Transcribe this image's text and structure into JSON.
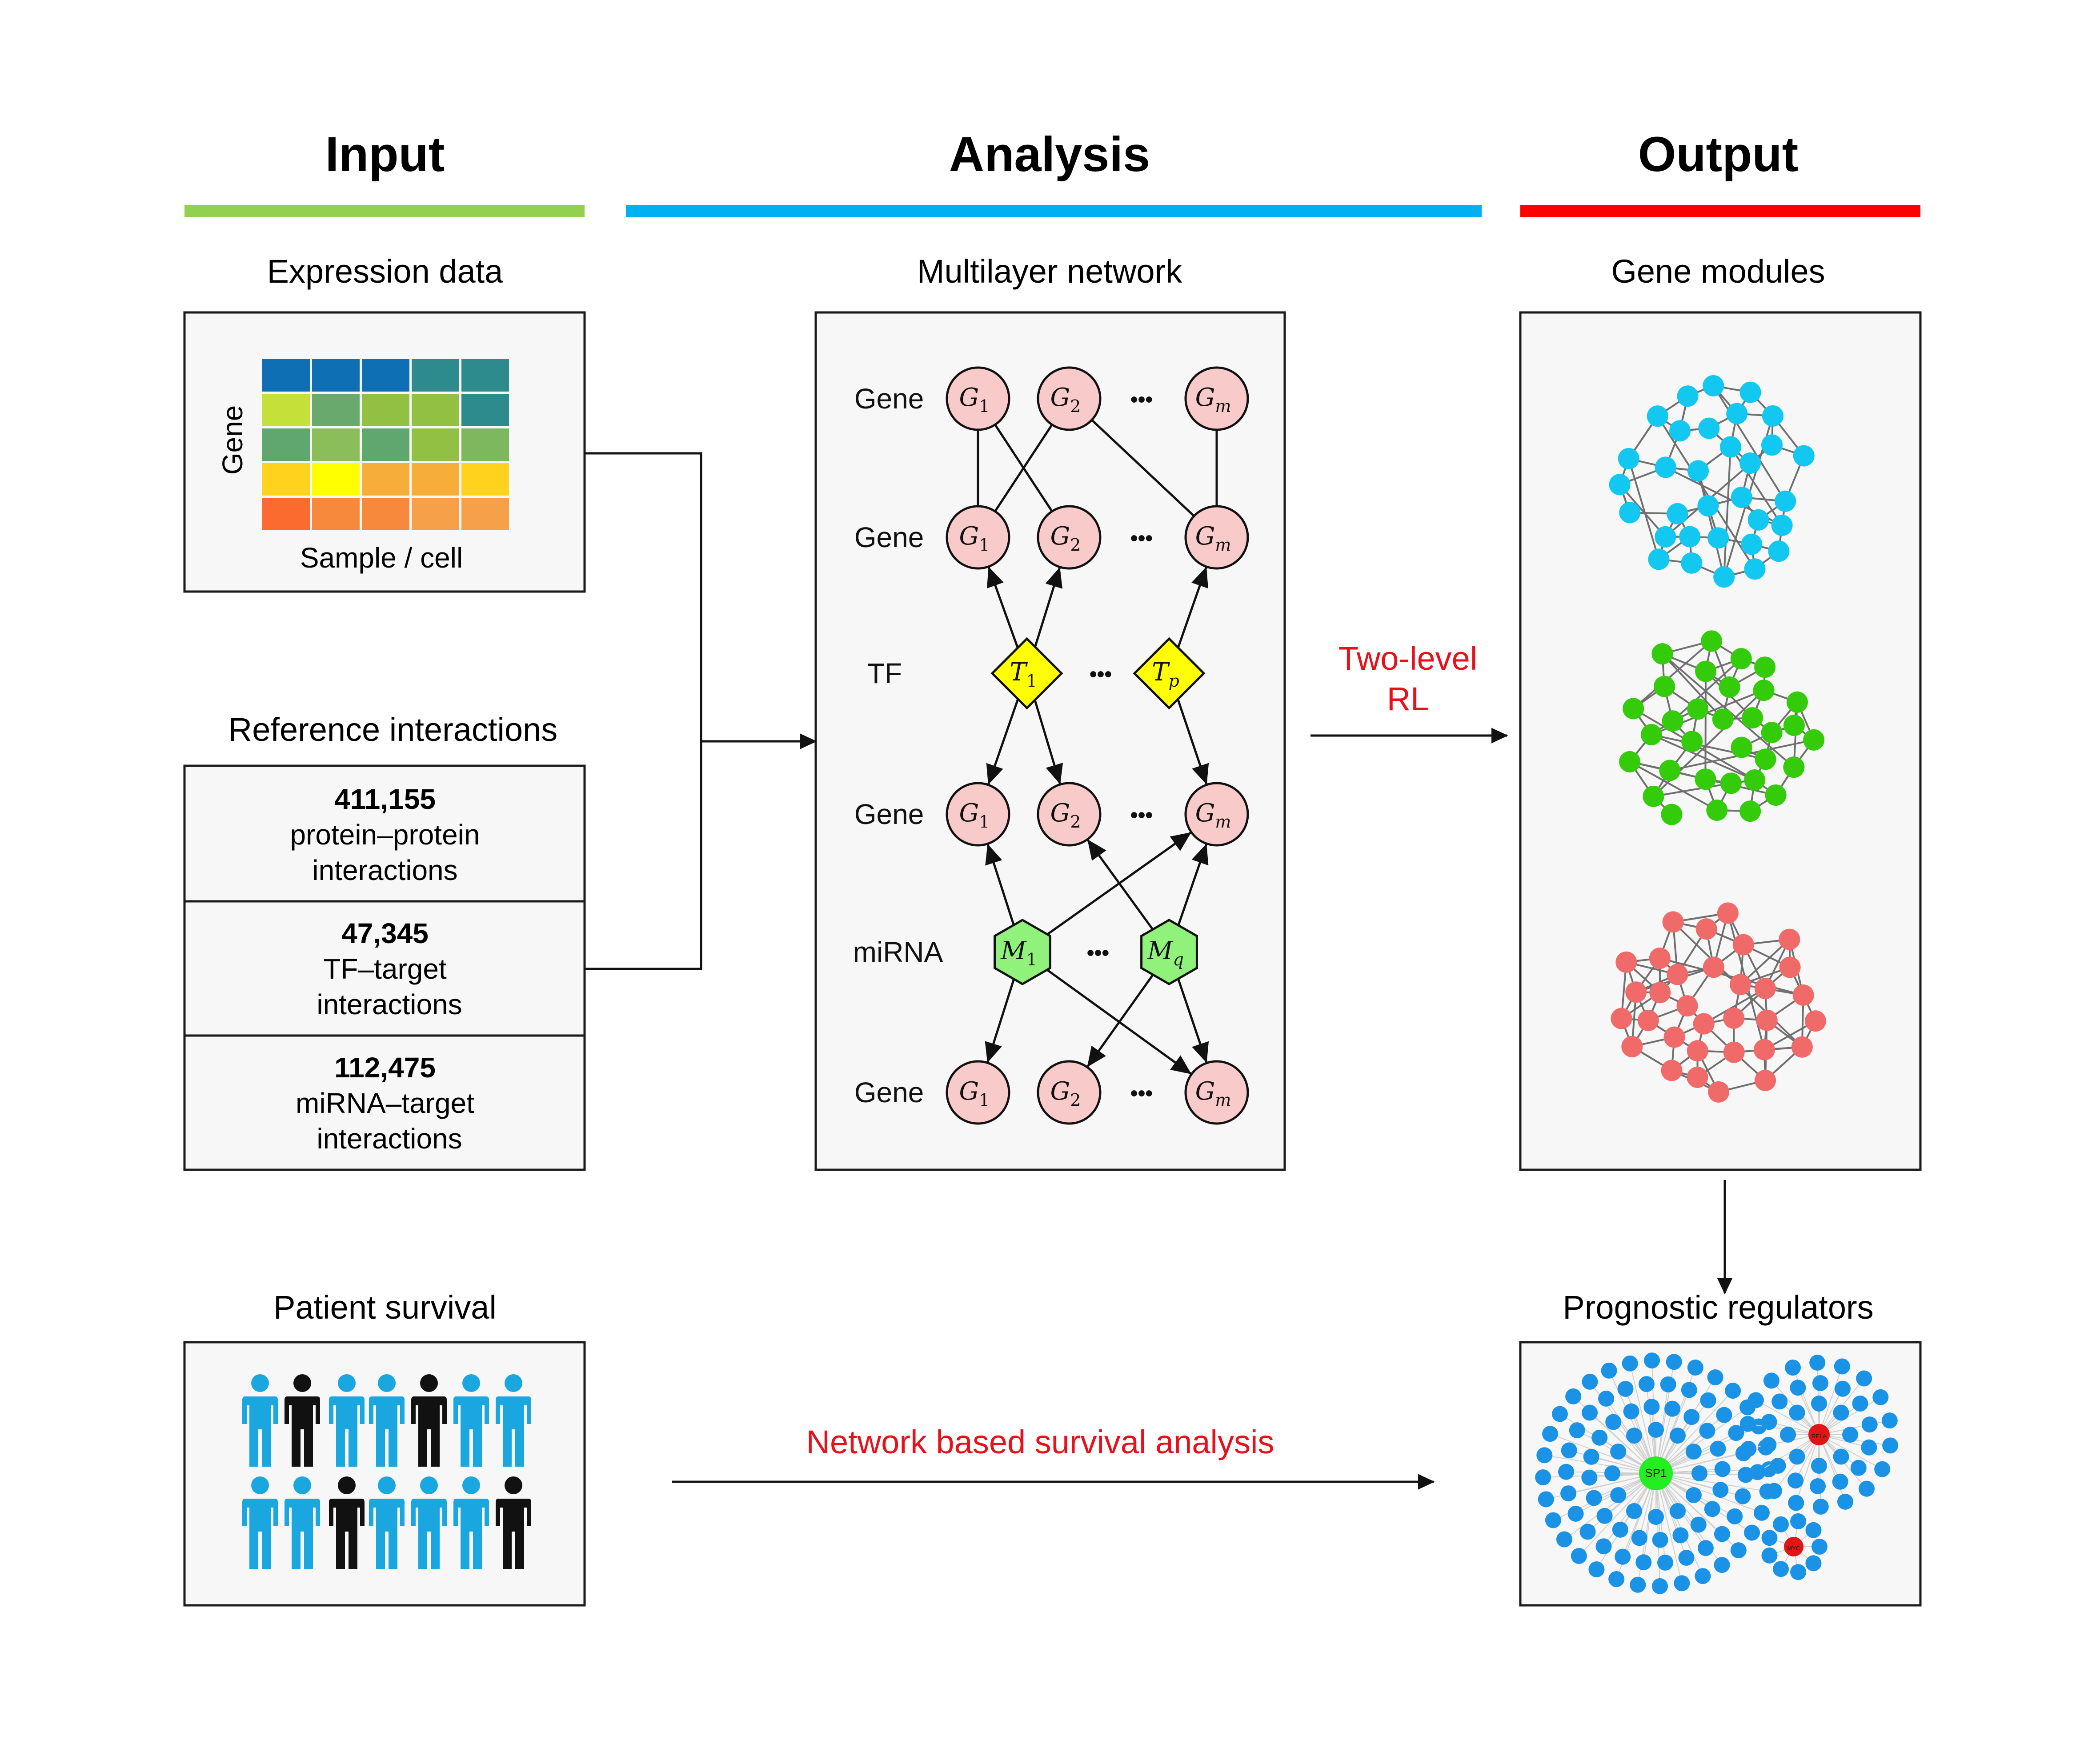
{
  "headers": {
    "input": "Input",
    "analysis": "Analysis",
    "output": "Output"
  },
  "colors": {
    "input": "#92d050",
    "analysis": "#00b0f0",
    "output": "#ff0000",
    "flow_label": "#e8101a"
  },
  "input": {
    "expression": {
      "title": "Expression data",
      "y_label": "Gene",
      "x_label": "Sample / cell",
      "heatmap": [
        [
          "#0f6fb4",
          "#0f6fb4",
          "#0f6fb4",
          "#2e8b8d",
          "#2e8b8d"
        ],
        [
          "#c6e03a",
          "#6aa96e",
          "#92c043",
          "#92c043",
          "#2e8b8d"
        ],
        [
          "#5fa66f",
          "#8bbd5a",
          "#5fa66f",
          "#92c043",
          "#7db85e"
        ],
        [
          "#ffd21e",
          "#ffff00",
          "#f7ad3a",
          "#f7ad3a",
          "#ffd21e"
        ],
        [
          "#fb6a2e",
          "#f7893c",
          "#f7893c",
          "#f7a04a",
          "#f7a04a"
        ]
      ]
    },
    "reference": {
      "title": "Reference interactions",
      "items": [
        {
          "count": "411,155",
          "line1": "protein–protein",
          "line2": "interactions"
        },
        {
          "count": "47,345",
          "line1": "TF–target",
          "line2": "interactions"
        },
        {
          "count": "112,475",
          "line1": "miRNA–target",
          "line2": "interactions"
        }
      ]
    },
    "survival": {
      "title": "Patient survival",
      "rows": [
        [
          "blue",
          "black",
          "blue",
          "blue",
          "black",
          "blue",
          "blue"
        ],
        [
          "blue",
          "blue",
          "black",
          "blue",
          "blue",
          "blue",
          "black"
        ]
      ]
    }
  },
  "analysis": {
    "title": "Multilayer network",
    "layers": [
      {
        "label": "Gene",
        "kind": "gene",
        "nodes": [
          [
            "G",
            "1"
          ],
          [
            "G",
            "2"
          ],
          [
            "G",
            "m"
          ]
        ]
      },
      {
        "label": "Gene",
        "kind": "gene",
        "nodes": [
          [
            "G",
            "1"
          ],
          [
            "G",
            "2"
          ],
          [
            "G",
            "m"
          ]
        ]
      },
      {
        "label": "TF",
        "kind": "tf",
        "nodes": [
          [
            "T",
            "1"
          ],
          [
            "T",
            "p"
          ]
        ]
      },
      {
        "label": "Gene",
        "kind": "gene",
        "nodes": [
          [
            "G",
            "1"
          ],
          [
            "G",
            "2"
          ],
          [
            "G",
            "m"
          ]
        ]
      },
      {
        "label": "miRNA",
        "kind": "mirna",
        "nodes": [
          [
            "M",
            "1"
          ],
          [
            "M",
            "q"
          ]
        ]
      },
      {
        "label": "Gene",
        "kind": "gene",
        "nodes": [
          [
            "G",
            "1"
          ],
          [
            "G",
            "2"
          ],
          [
            "G",
            "m"
          ]
        ]
      }
    ],
    "ellipsis": "•••"
  },
  "flow": {
    "rl_line1": "Two-level",
    "rl_line2": "RL",
    "survival_analysis": "Network based survival analysis"
  },
  "output": {
    "modules": {
      "title": "Gene modules",
      "colors": [
        "#12c8f0",
        "#34cc0a",
        "#f06a6a"
      ]
    },
    "regulators": {
      "title": "Prognostic regulators",
      "hubs": [
        {
          "label": "SP1",
          "color": "#22ee22"
        },
        {
          "label": "RELA",
          "color": "#e01515"
        },
        {
          "label": "MYC",
          "color": "#e01515"
        }
      ],
      "node_color": "#1a92e6"
    }
  }
}
